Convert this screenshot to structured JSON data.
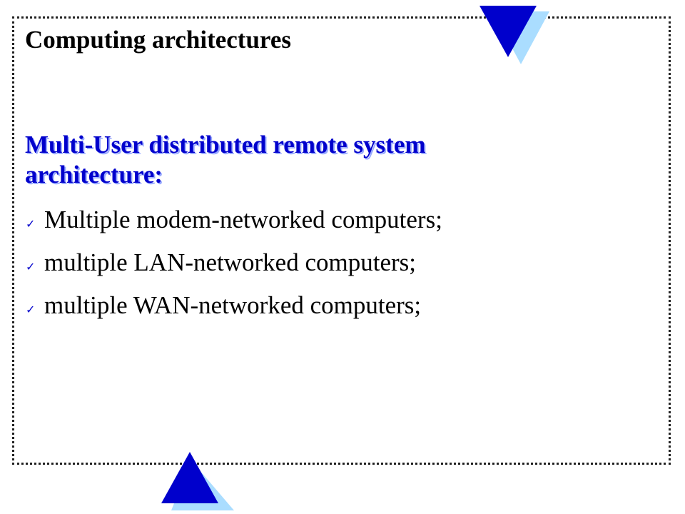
{
  "slide": {
    "title": "Computing architectures",
    "subtitle": "Multi-User distributed remote system architecture:",
    "bullets": [
      {
        "icon": "check-icon",
        "text": "Multiple modem-networked computers;"
      },
      {
        "icon": "check-icon",
        "text": "multiple LAN-networked computers;"
      },
      {
        "icon": "check-icon",
        "text": "multiple WAN-networked computers;"
      }
    ]
  },
  "colors": {
    "accent": "#0000cc",
    "shadow": "#aaddff",
    "text": "#000000"
  },
  "decorations": {
    "top_triangle_icon": "down-triangle-icon",
    "bottom_triangle_icon": "up-triangle-icon"
  }
}
